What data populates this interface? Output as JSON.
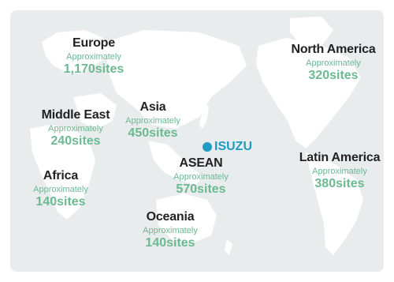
{
  "colors": {
    "panel_bg": "#e9eced",
    "land": "#ffffff",
    "region_name": "#222222",
    "site_count": "#6cb993",
    "hq": "#1f9bc4"
  },
  "hq": {
    "icon": "location-dot-icon",
    "label": "ISUZU"
  },
  "regions": {
    "europe": {
      "name": "Europe",
      "approx": "Approximately",
      "sites": "1,170sites"
    },
    "north_america": {
      "name": "North America",
      "approx": "Approximately",
      "sites": "320sites"
    },
    "middle_east": {
      "name": "Middle East",
      "approx": "Approximately",
      "sites": "240sites"
    },
    "asia": {
      "name": "Asia",
      "approx": "Approximately",
      "sites": "450sites"
    },
    "africa": {
      "name": "Africa",
      "approx": "Approximately",
      "sites": "140sites"
    },
    "asean": {
      "name": "ASEAN",
      "approx": "Approximately",
      "sites": "570sites"
    },
    "latin_america": {
      "name": "Latin America",
      "approx": "Approximately",
      "sites": "380sites"
    },
    "oceania": {
      "name": "Oceania",
      "approx": "Approximately",
      "sites": "140sites"
    }
  }
}
